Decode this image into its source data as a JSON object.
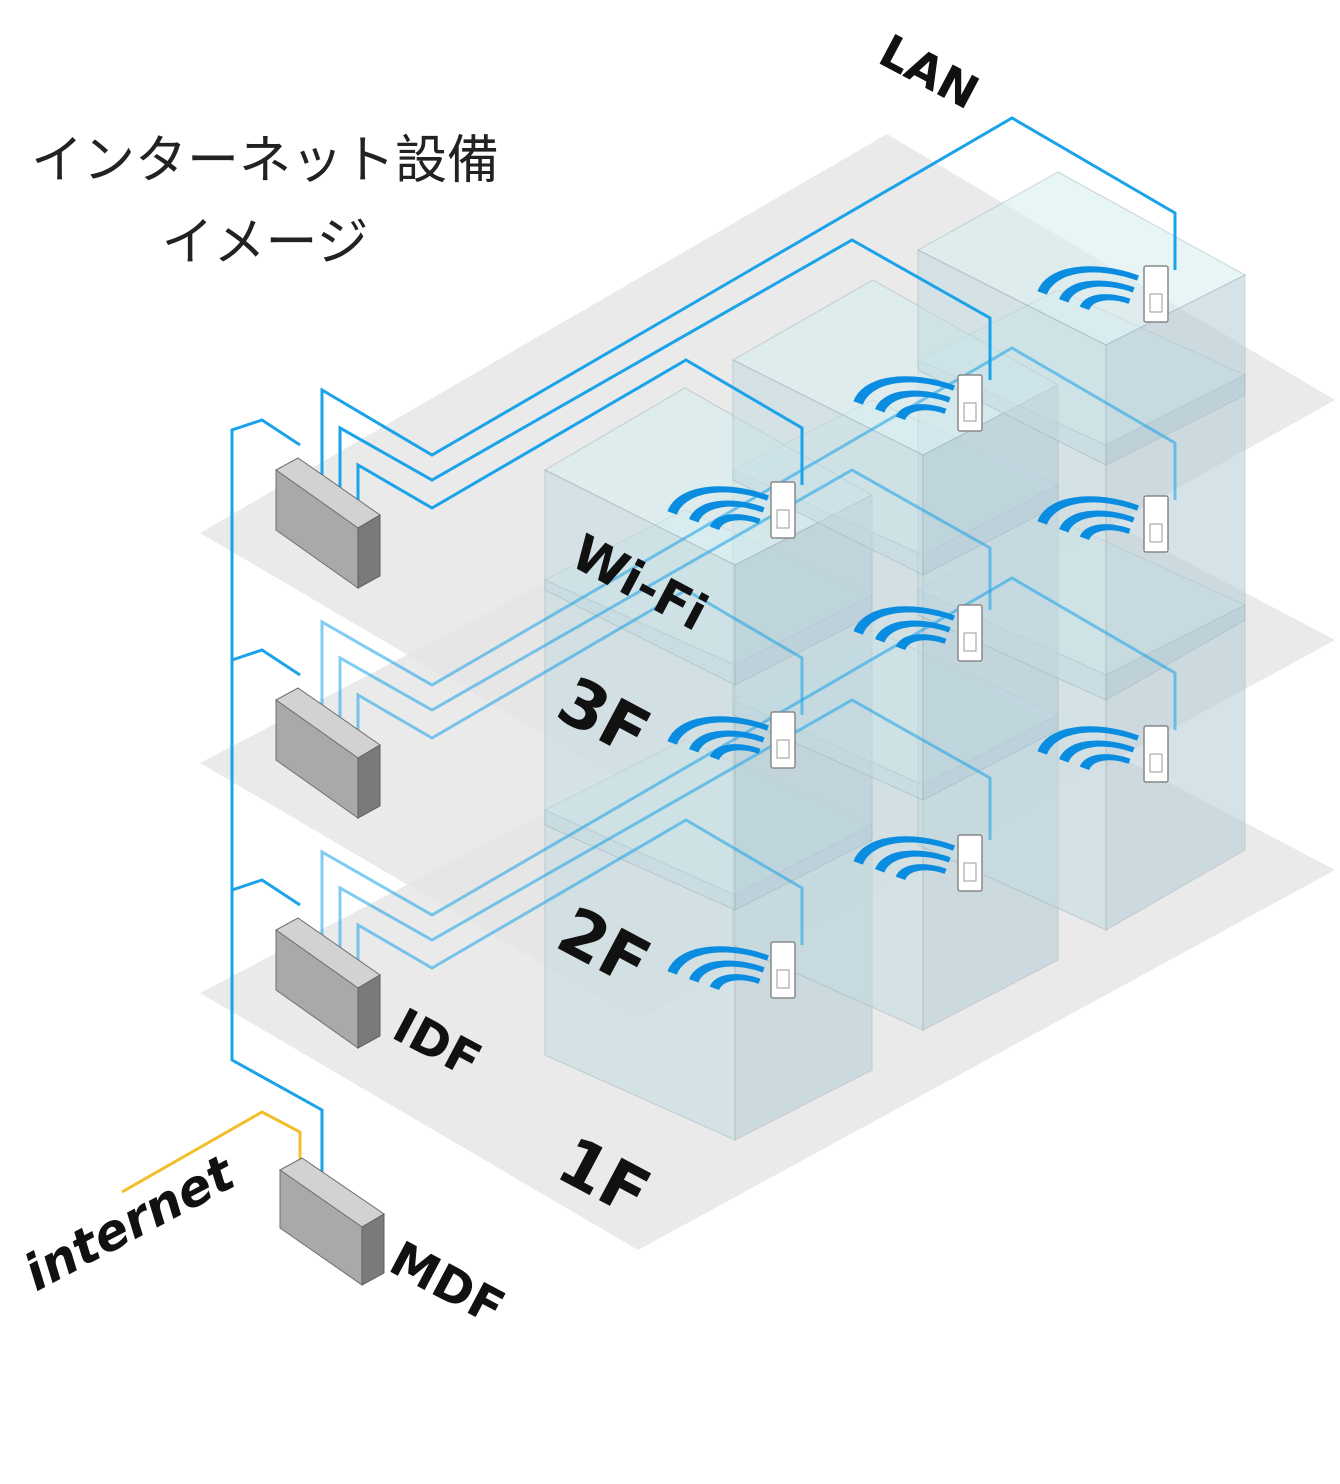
{
  "title": {
    "line1": "インターネット設備",
    "line2": "イメージ"
  },
  "labels": {
    "lan": "LAN",
    "wifi": "Wi-Fi",
    "floor3": "3F",
    "floor2": "2F",
    "floor1": "1F",
    "idf": "IDF",
    "mdf": "MDF",
    "internet": "internet"
  },
  "colors": {
    "lan_cable": "#1aa3e8",
    "internet_cable": "#f2be2c",
    "wifi_signal": "#0a8de0"
  }
}
